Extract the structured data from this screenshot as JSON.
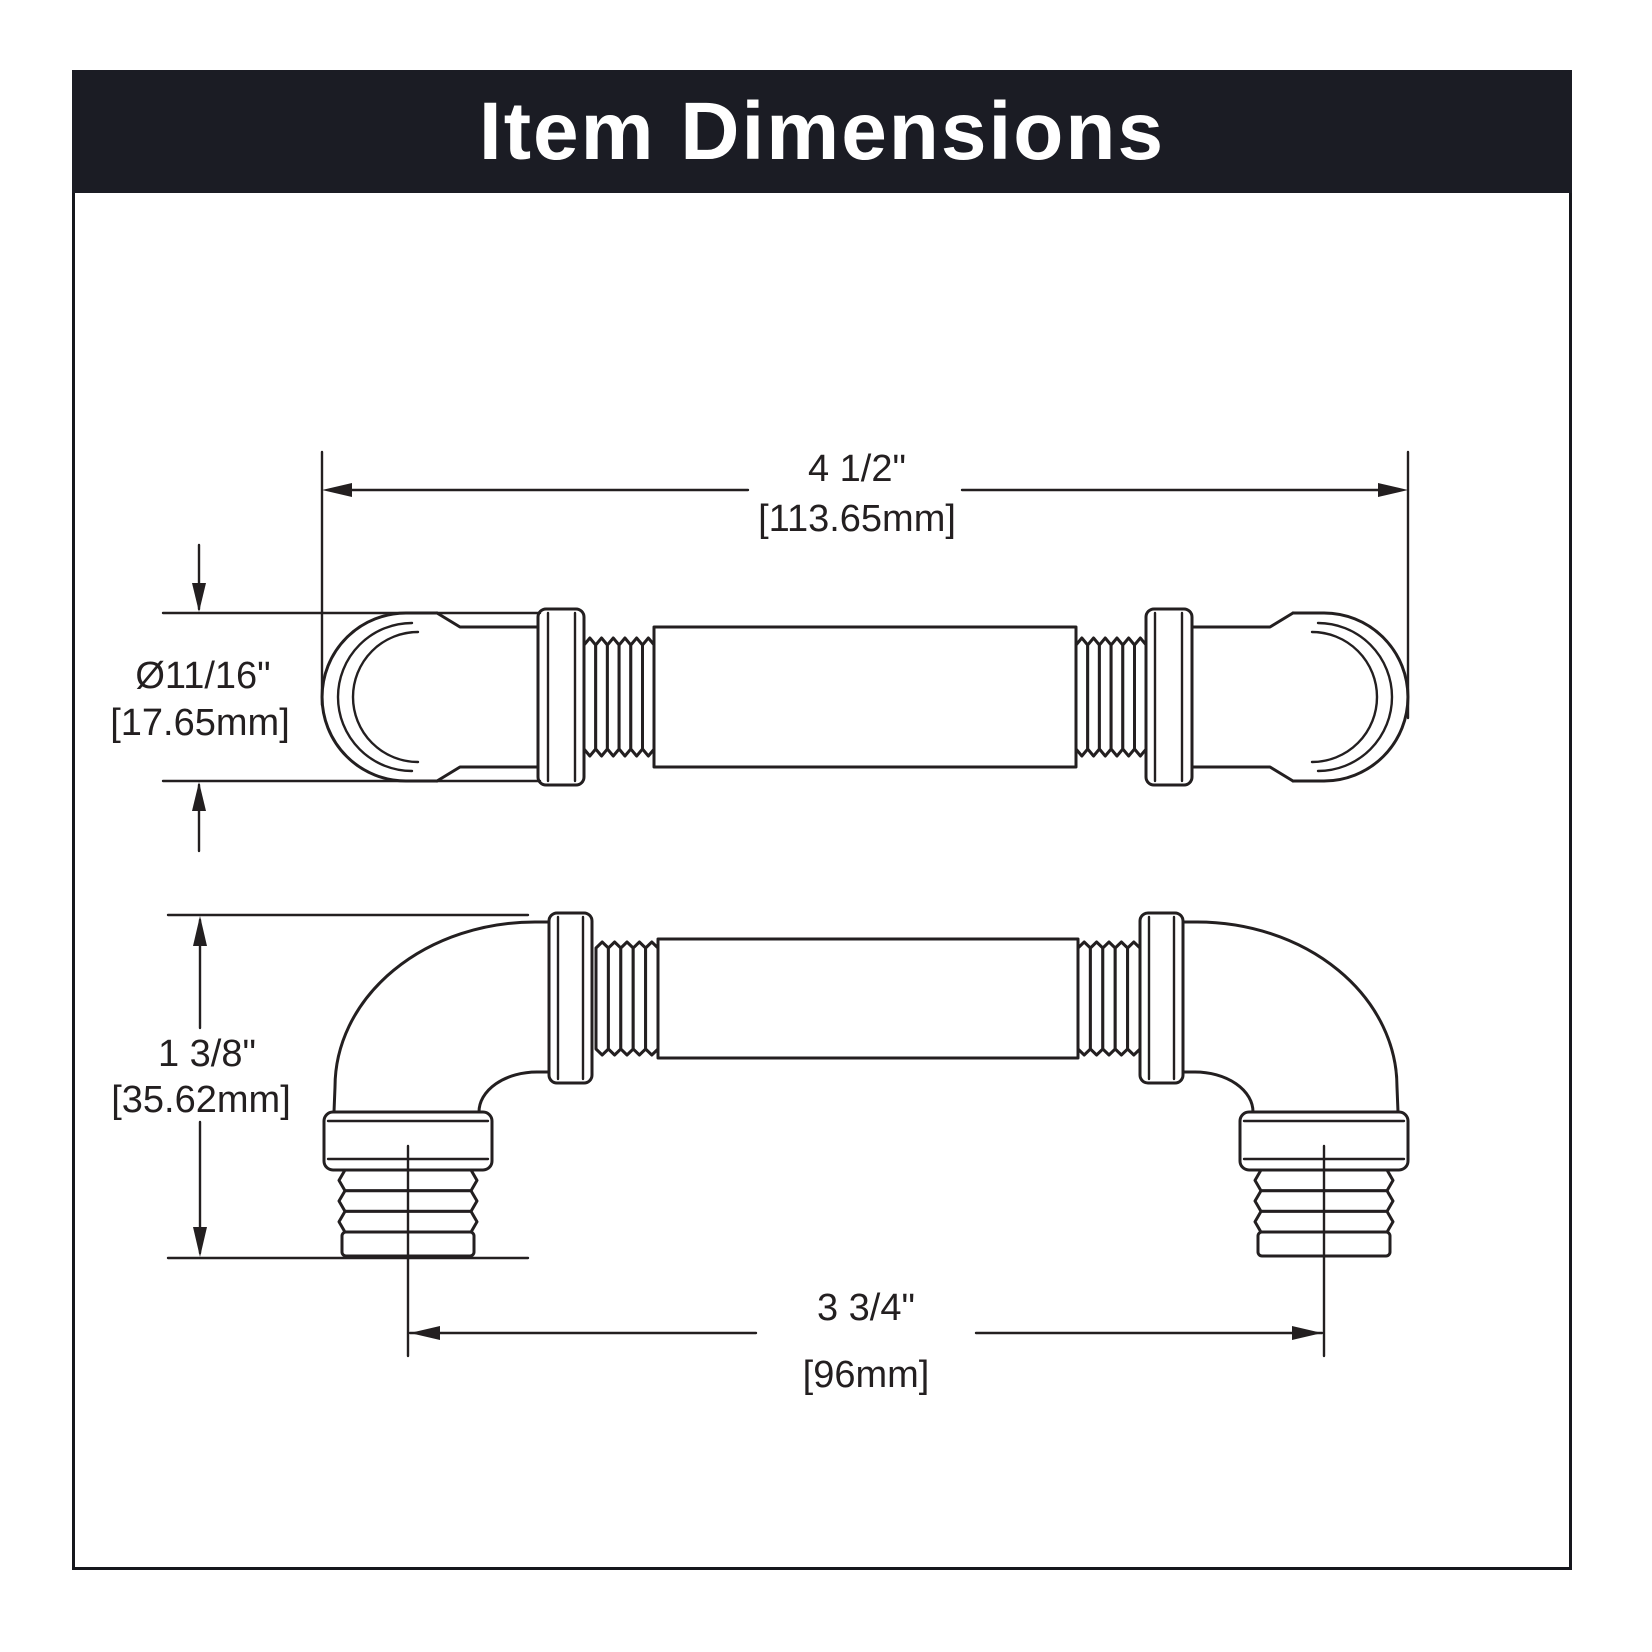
{
  "title": "Item Dimensions",
  "colors": {
    "header_bg": "#1b1c24",
    "line_color": "#231f20",
    "background": "#ffffff"
  },
  "top_view": {
    "length_in": "4 1/2\"",
    "length_mm": "[113.65mm]",
    "diameter_in": "Ø11/16\"",
    "diameter_mm": "[17.65mm]"
  },
  "front_view": {
    "projection_in": "1 3/8\"",
    "projection_mm": "[35.62mm]",
    "center_in": "3 3/4\"",
    "center_mm": "[96mm]"
  }
}
